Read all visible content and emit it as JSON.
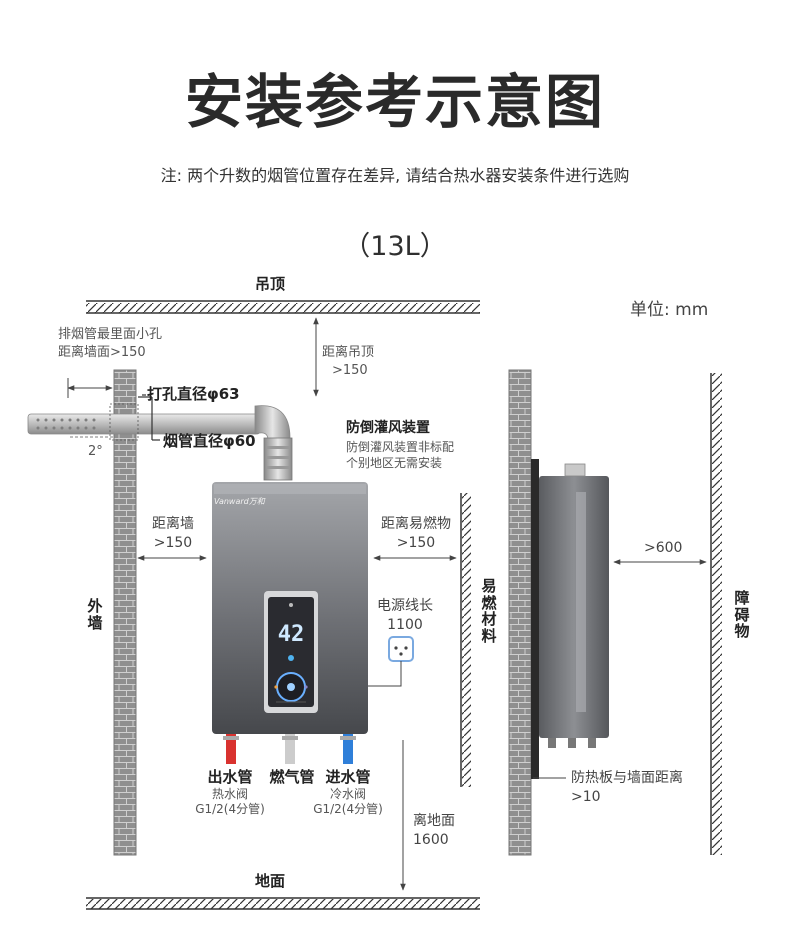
{
  "header": {
    "title": "安装参考示意图",
    "note": "注: 两个升数的烟管位置存在差异, 请结合热水器安装条件进行选购",
    "model": "（13L）"
  },
  "unit": "单位: mm",
  "front_view": {
    "ceiling": "吊顶",
    "floor": "地面",
    "outer_wall": "外墙",
    "flammable": "易燃材料",
    "flue_hole_line1": "排烟管最里面小孔",
    "flue_hole_line2": "距离墙面>150",
    "ceiling_dist_line1": "距离吊顶",
    "ceiling_dist_line2": ">150",
    "hole_diameter": "打孔直径φ63",
    "pipe_diameter": "烟管直径φ60",
    "angle": "2°",
    "backdraft_title": "防倒灌风装置",
    "backdraft_line1": "防倒灌风装置非标配",
    "backdraft_line2": "个别地区无需安装",
    "wall_dist_line1": "距离墙",
    "wall_dist_line2": ">150",
    "flammable_dist_line1": "距离易燃物",
    "flammable_dist_line2": ">150",
    "power_line1": "电源线长",
    "power_line2": "1100",
    "brand": "Vanward万和",
    "display_reading": "42",
    "outlet_title": "出水管",
    "outlet_line1": "热水阀",
    "outlet_line2": "G1/2(4分管)",
    "gas_title": "燃气管",
    "inlet_title": "进水管",
    "inlet_line1": "冷水阀",
    "inlet_line2": "G1/2(4分管)",
    "ground_line1": "离地面",
    "ground_line2": "1600"
  },
  "side_view": {
    "obstacle": "障碍物",
    "obstacle_dist": ">600",
    "shield_line1": "防热板与墙面距离",
    "shield_line2": ">10"
  },
  "colors": {
    "hot_pipe": "#d9322f",
    "cold_pipe": "#2f7fd9",
    "wall_fill": "#8f8f8f",
    "heater_dark": "#4b4d52",
    "heater_light": "#9a9ca0"
  },
  "icons": [
    "power-socket-icon",
    "display-panel-icon"
  ]
}
